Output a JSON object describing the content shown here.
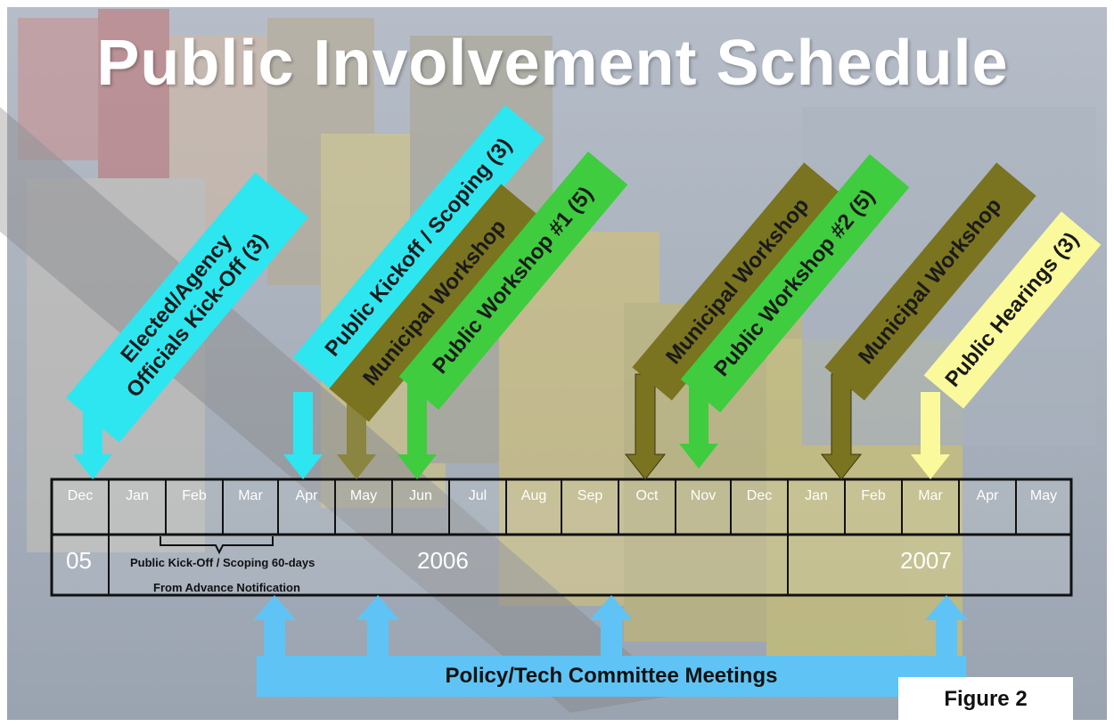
{
  "title": "Public Involvement Schedule",
  "colors": {
    "cyan": "#2ee6f0",
    "olive": "#7a7320",
    "green": "#3fcc3f",
    "yellow": "#fafa9c",
    "light_blue": "#5fc4f5"
  },
  "events": [
    {
      "line1": "Elected/Agency",
      "line2": "Officials Kick-Off (3)",
      "color": "cyan"
    },
    {
      "label": "Public Kickoff / Scoping (3)",
      "color": "cyan"
    },
    {
      "label": "Municipal Workshop",
      "color": "olive"
    },
    {
      "label": "Public Workshop #1 (5)",
      "color": "green"
    },
    {
      "label": "Municipal Workshop",
      "color": "olive"
    },
    {
      "label": "Public Workshop #2  (5)",
      "color": "green"
    },
    {
      "label": "Municipal Workshop",
      "color": "olive"
    },
    {
      "label": "Public Hearings (3)",
      "color": "yellow"
    }
  ],
  "timeline": {
    "months": [
      "Dec",
      "Jan",
      "Feb",
      "Mar",
      "Apr",
      "May",
      "Jun",
      "Jul",
      "Aug",
      "Sep",
      "Oct",
      "Nov",
      "Dec",
      "Jan",
      "Feb",
      "Mar",
      "Apr",
      "May"
    ],
    "years": [
      "05",
      "2006",
      "2007"
    ],
    "scoping_note_line1": "Public Kick-Off / Scoping 60-days",
    "scoping_note_line2": "From Advance Notification"
  },
  "committee_label": "Policy/Tech Committee Meetings",
  "figure_label": "Figure 2"
}
